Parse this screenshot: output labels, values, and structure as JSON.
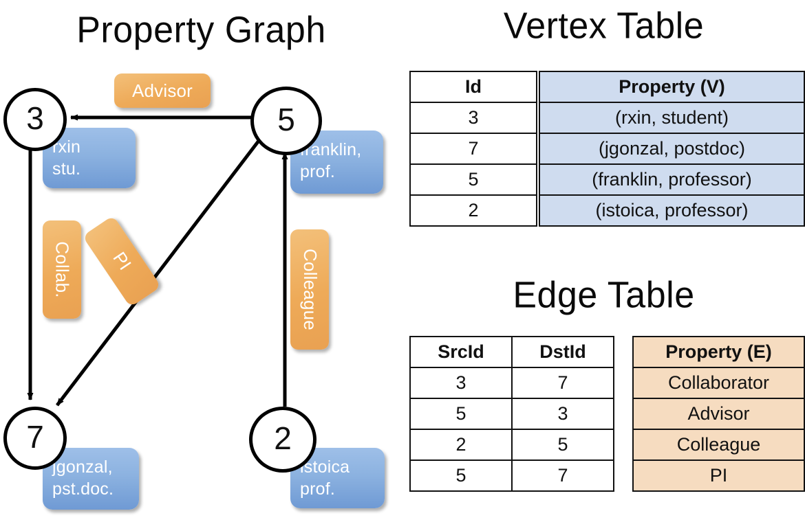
{
  "titles": {
    "graph": "Property Graph",
    "vertex_table": "Vertex Table",
    "edge_table": "Edge Table"
  },
  "graph": {
    "nodes": [
      {
        "id": "3",
        "property": "rxin\nstu."
      },
      {
        "id": "5",
        "property": "franklin,\nprof."
      },
      {
        "id": "7",
        "property": "jgonzal,\npst.doc."
      },
      {
        "id": "2",
        "property": "istoica\nprof."
      }
    ],
    "node_labels": {
      "n3": "3",
      "n5": "5",
      "n7": "7",
      "n2": "2"
    },
    "vertex_boxes": {
      "rxin_line1": "rxin",
      "rxin_line2": "stu.",
      "franklin_line1": "franklin,",
      "franklin_line2": "prof.",
      "jgonzal_line1": "jgonzal,",
      "jgonzal_line2": "pst.doc.",
      "istoica_line1": "istoica",
      "istoica_line2": "prof."
    },
    "edge_labels": {
      "advisor": "Advisor",
      "collab": "Collab.",
      "pi": "PI",
      "colleague": "Colleague"
    },
    "edges": [
      {
        "src": "5",
        "dst": "3",
        "label": "Advisor"
      },
      {
        "src": "3",
        "dst": "7",
        "label": "Collab."
      },
      {
        "src": "5",
        "dst": "7",
        "label": "PI"
      },
      {
        "src": "2",
        "dst": "5",
        "label": "Colleague"
      }
    ]
  },
  "vertex_table": {
    "headers": [
      "Id",
      "Property (V)"
    ],
    "rows": [
      {
        "id": "3",
        "property": "(rxin, student)"
      },
      {
        "id": "7",
        "property": "(jgonzal, postdoc)"
      },
      {
        "id": "5",
        "property": "(franklin, professor)"
      },
      {
        "id": "2",
        "property": "(istoica, professor)"
      }
    ]
  },
  "edge_table": {
    "headers": [
      "SrcId",
      "DstId",
      "Property (E)"
    ],
    "rows": [
      {
        "src": "3",
        "dst": "7",
        "property": "Collaborator"
      },
      {
        "src": "5",
        "dst": "3",
        "property": "Advisor"
      },
      {
        "src": "2",
        "dst": "5",
        "property": "Colleague"
      },
      {
        "src": "5",
        "dst": "7",
        "property": "PI"
      }
    ]
  },
  "colors": {
    "vertex_property_fill": "#cfdcef",
    "edge_property_fill": "#f6dcc0",
    "node_box_blue": "#8cb2e0",
    "edge_label_orange": "#eeaa58",
    "stroke": "#111111",
    "background": "#ffffff"
  }
}
